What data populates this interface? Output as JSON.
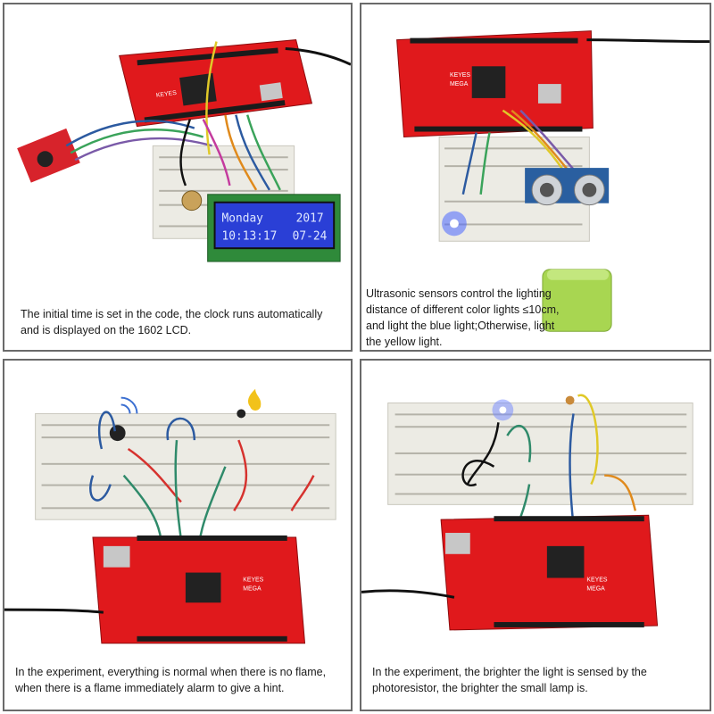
{
  "panels": [
    {
      "caption": "The initial time is set in the code, the clock runs automatically and is displayed on the 1602 LCD.",
      "lcd": {
        "line1_left": "Monday",
        "line1_right": "2017",
        "line2_left": "10:13:17",
        "line2_right": "07-24"
      },
      "board_brand": "KEYES"
    },
    {
      "caption": "Ultrasonic sensors control the lighting distance of different color lights ≤10cm, and light the blue light;Otherwise, light the yellow light.",
      "board_brand": "KEYES",
      "board_model": "MEGA"
    },
    {
      "caption": "In the experiment, everything is normal when there is no flame, when there is a flame immediately alarm to give a hint.",
      "board_brand": "KEYES",
      "board_model": "MEGA"
    },
    {
      "caption": "In the experiment, the brighter the light is sensed by the photoresistor, the brighter the small lamp is.",
      "board_brand": "KEYES",
      "board_model": "MEGA"
    }
  ],
  "colors": {
    "board_red": "#e0191c",
    "breadboard": "#ecebe4",
    "lcd_blue": "#2a3fd6",
    "cube_green": "#a8d651"
  }
}
